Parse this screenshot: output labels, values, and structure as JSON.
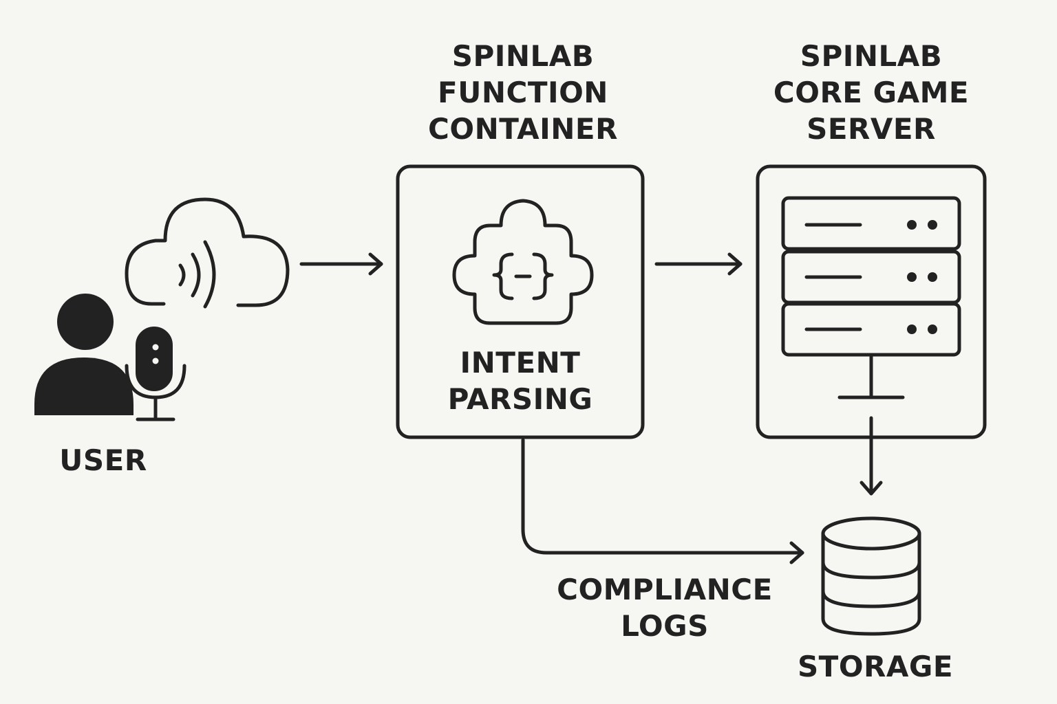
{
  "colors": {
    "background": "#f6f6f3",
    "stroke": "#222222"
  },
  "user": {
    "label": "USER",
    "icon": "person-with-microphone-icon"
  },
  "cloud": {
    "icon": "cloud-voice-icon"
  },
  "function_container": {
    "title_lines": [
      "SPINLAB",
      "FUNCTION",
      "CONTAINER"
    ],
    "inner_lines": [
      "INTENT",
      "PARSING"
    ],
    "icon": "code-braces-puzzle-icon"
  },
  "game_server": {
    "title_lines": [
      "SPINLAB",
      "CORE GAME",
      "SERVER"
    ],
    "icon": "server-rack-icon"
  },
  "storage": {
    "label": "STORAGE",
    "icon": "database-icon"
  },
  "compliance": {
    "lines": [
      "COMPLIANCE",
      "LOGS"
    ]
  }
}
